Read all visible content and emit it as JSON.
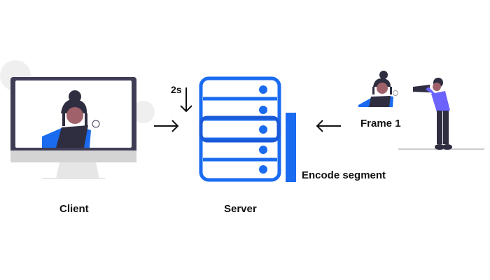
{
  "labels": {
    "client": "Client",
    "server": "Server",
    "interval": "2s",
    "frame": "Frame 1",
    "encode": "Encode segment"
  },
  "colors": {
    "accent": "#1a6bf0",
    "dark": "#2f2e41",
    "skin": "#a0616a",
    "shirt": "#6c63ff",
    "monitor_frame": "#3f3d56",
    "stand": "#e6e6e6",
    "bubble": "#f0f0f0"
  },
  "server": {
    "slots": 5,
    "highlighted_slot": 3
  }
}
